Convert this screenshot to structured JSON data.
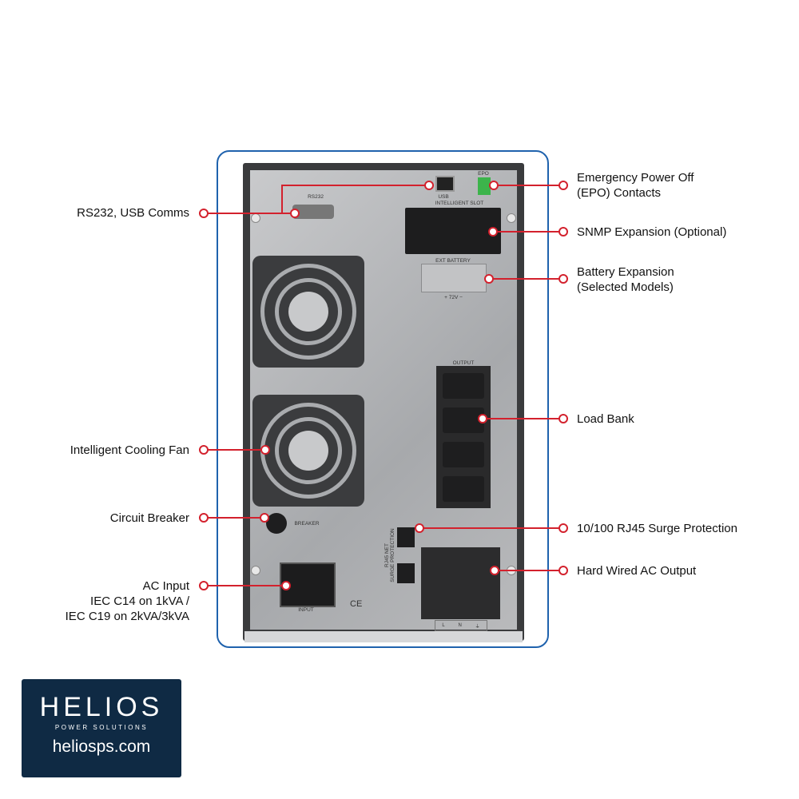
{
  "callouts": {
    "rs232_usb": "RS232, USB Comms",
    "cooling_fan": "Intelligent Cooling Fan",
    "breaker": "Circuit Breaker",
    "ac_input": [
      "AC Input",
      "IEC C14 on 1kVA /",
      "IEC C19 on 2kVA/3kVA"
    ],
    "epo": [
      "Emergency Power Off",
      "(EPO) Contacts"
    ],
    "snmp": "SNMP Expansion (Optional)",
    "battery": [
      "Battery Expansion",
      "(Selected Models)"
    ],
    "load_bank": "Load Bank",
    "rj45": "10/100 RJ45 Surge Protection",
    "hard_wired": "Hard Wired AC Output"
  },
  "panel": {
    "rs232": "RS232",
    "usb": "USB",
    "intelligent_slot": "INTELLIGENT SLOT",
    "epo": "EPO",
    "ext_battery": "EXT BATTERY",
    "battery_voltage": "+ 72V −",
    "output": "OUTPUT",
    "breaker": "BREAKER",
    "input": "INPUT",
    "rj45": "RJ45 NET",
    "surge": "SURGE PROTECTION",
    "ce": "CE",
    "terminals": [
      "L",
      "N",
      "⏚"
    ]
  },
  "logo": {
    "brand": "HELIOS",
    "tagline": "POWER SOLUTIONS",
    "url": "heliosps.com"
  },
  "colors": {
    "callout": "#d3212d",
    "frame": "#1f62ad",
    "logo_bg": "#0f2a44",
    "logo_accent": "#e07b2c"
  }
}
